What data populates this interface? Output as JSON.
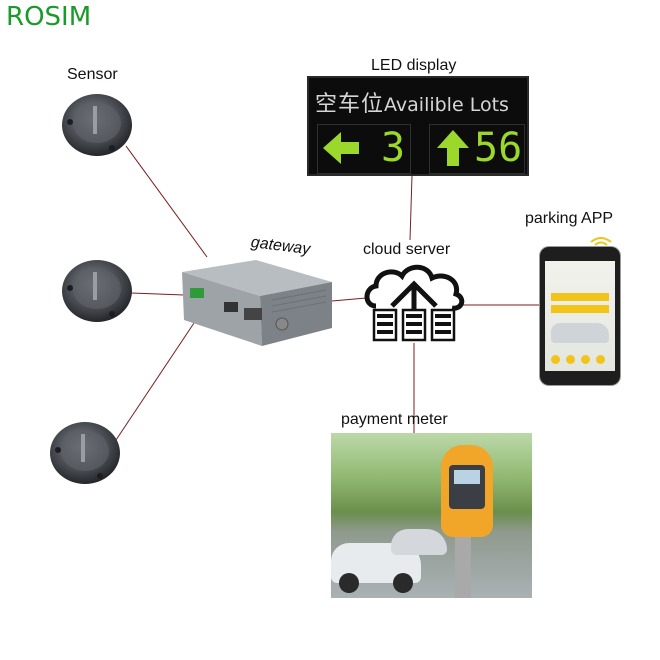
{
  "brand": {
    "name": "ROSIM",
    "color": "#1a9a2a"
  },
  "labels": {
    "sensor": "Sensor",
    "led_display": "LED display",
    "gateway": "gateway",
    "cloud_server": "cloud server",
    "parking_app": "parking APP",
    "payment_meter": "payment meter"
  },
  "led_display": {
    "chinese_text": "空车位",
    "english_text": "Availible Lots",
    "left_count": "3",
    "right_count": "56",
    "left_arrow_icon": "arrow-left-icon",
    "right_arrow_icon": "arrow-up-icon",
    "digit_color": "#9bd82b"
  },
  "connections": {
    "line_color": "#7a1e1e"
  },
  "icons": [
    "sensor-icon",
    "gateway-device-icon",
    "cloud-server-icon",
    "smartphone-icon",
    "wifi-icon",
    "parking-meter-icon"
  ]
}
